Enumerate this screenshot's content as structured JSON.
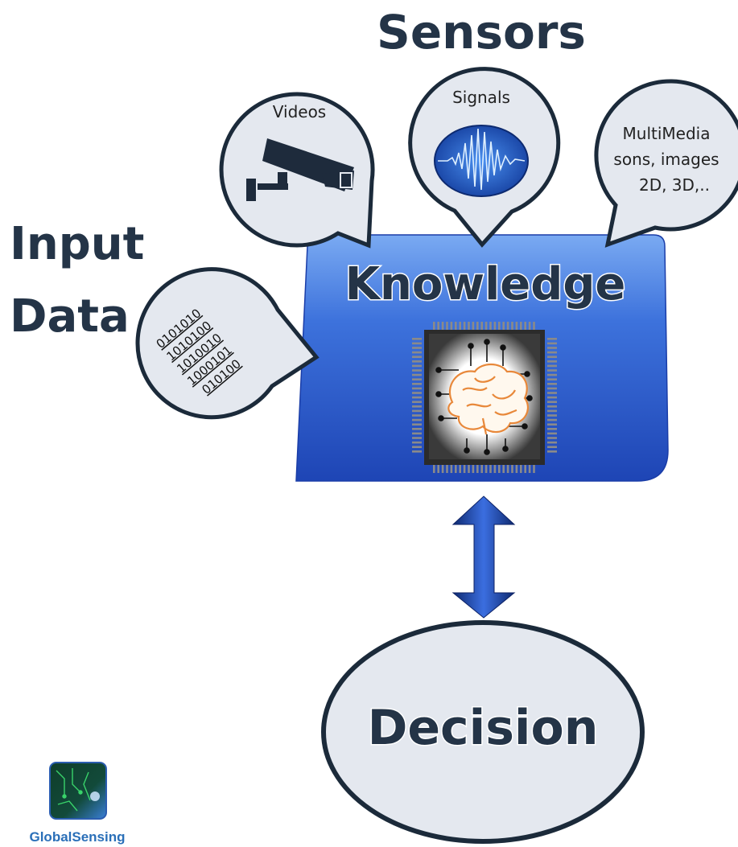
{
  "sensors_title": "Sensors",
  "input_data_title": {
    "line1": "Input",
    "line2": "Data"
  },
  "knowledge_title": "Knowledge",
  "decision_label": "Decision",
  "bubbles": {
    "videos": {
      "label": "Videos",
      "icon": "security-camera-icon"
    },
    "signals": {
      "label": "Signals",
      "icon": "waveform-icon"
    },
    "multimedia": {
      "lines": [
        "MultiMedia",
        "sons, images",
        "2D, 3D,.."
      ]
    },
    "binary": {
      "lines": [
        "0101010",
        "1010100",
        "1010010",
        "1000101",
        "010100"
      ]
    }
  },
  "logo": {
    "name": "GlobalSensing"
  },
  "colors": {
    "knowledge_box": "#2f5fcf",
    "arrow": "#1a3a8f",
    "bubble_fill": "#e4e8ef",
    "bubble_stroke": "#1b2a3a",
    "brain": "#e8883a"
  }
}
